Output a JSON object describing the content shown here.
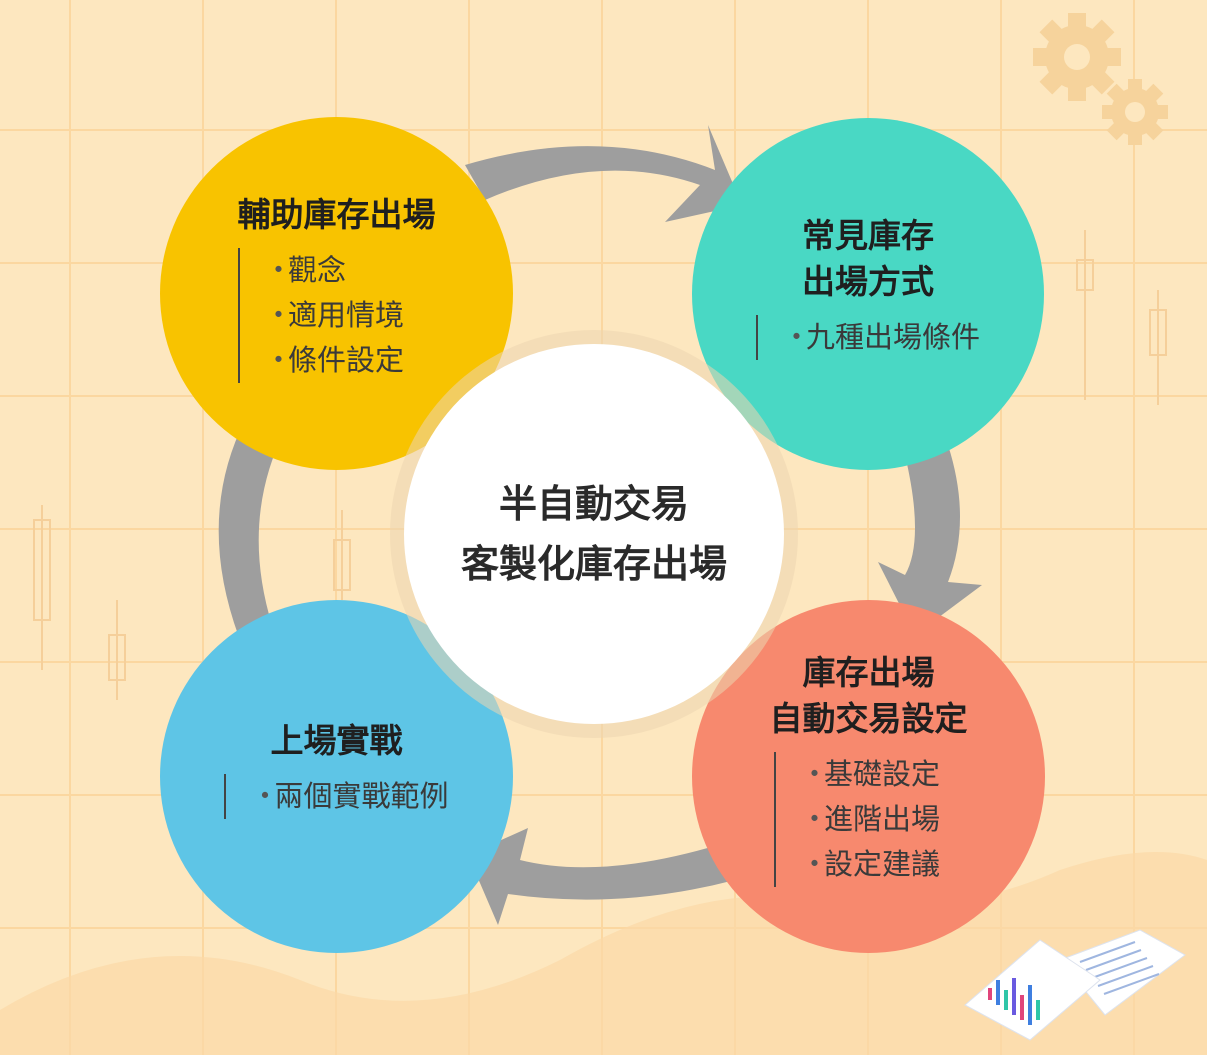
{
  "center": {
    "line1": "半自動交易",
    "line2": "客製化庫存出場"
  },
  "nodes": {
    "top_left": {
      "title": "輔助庫存出場",
      "items": [
        "觀念",
        "適用情境",
        "條件設定"
      ],
      "color": "#f8c300"
    },
    "top_right": {
      "title_line1": "常見庫存",
      "title_line2": "出場方式",
      "items": [
        "九種出場條件"
      ],
      "color": "#49d8c4"
    },
    "bottom_right": {
      "title_line1": "庫存出場",
      "title_line2": "自動交易設定",
      "items": [
        "基礎設定",
        "進階出場",
        "設定建議"
      ],
      "color": "#f7896e"
    },
    "bottom_left": {
      "title": "上場實戰",
      "items": [
        "兩個實戰範例"
      ],
      "color": "#5ec5e6"
    }
  },
  "bullet": "・",
  "colors": {
    "background": "#fde7bf",
    "grid": "#fbd9a3",
    "arrow": "#9e9e9e",
    "center": "#ffffff"
  },
  "icons": [
    "gear-icon",
    "document-chart-icon",
    "candlestick-decoration"
  ]
}
